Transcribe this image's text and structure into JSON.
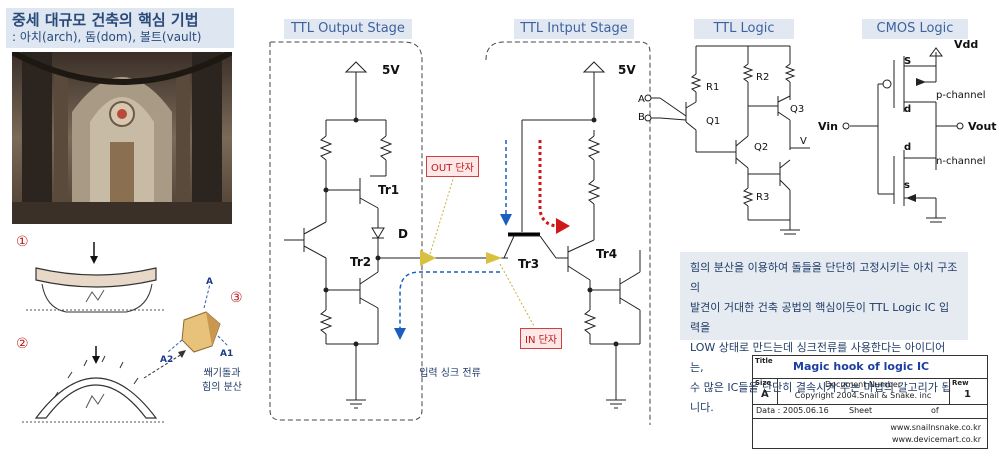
{
  "left_panel": {
    "title": "중세 대규모 건축의 핵심 기법",
    "subtitle": ": 아치(arch), 돔(dom), 볼트(vault)",
    "circle_labels": [
      "①",
      "②",
      "③"
    ],
    "wedge_labels": {
      "a": "A",
      "a1": "A1",
      "a2": "A2"
    },
    "wedge_caption_1": "쐐기돌과",
    "wedge_caption_2": "힘의 분산"
  },
  "stages": {
    "output": "TTL Output Stage",
    "input": "TTL Intput Stage",
    "logic": "TTL Logic",
    "cmos": "CMOS Logic"
  },
  "circuit_labels": {
    "vcc_out": "5V",
    "vcc_in": "5V",
    "tr1": "Tr1",
    "tr2": "Tr2",
    "tr3": "Tr3",
    "tr4": "Tr4",
    "d": "D",
    "out_pin": "OUT 단자",
    "in_pin": "IN 단자",
    "sink": "입력 싱크 전류"
  },
  "ttl_logic": {
    "a": "A",
    "b": "B",
    "r1": "R1",
    "r2": "R2",
    "r3": "R3",
    "q1": "Q1",
    "q2": "Q2",
    "q3": "Q3",
    "v": "V"
  },
  "cmos_logic": {
    "vdd": "Vdd",
    "vin": "Vin",
    "vout": "Vout",
    "s_top": "S",
    "d_top": "d",
    "d_bot": "d",
    "s_bot": "s",
    "p_channel": "p-channel",
    "n_channel": "n-channel"
  },
  "note": {
    "line1": "힘의 분산을 이용하여 돌들을 단단히 고정시키는 아치 구조의",
    "line2": "발견이 거대한 건축 공법의 핵심이듯이 TTL Logic IC 입력을",
    "line3": "LOW 상태로 만드는데 싱크전류를 사용한다는 아이디어는,",
    "line4": "수 많은 IC들을 단단히 결속시켜 주는 마법의 갈고리가 됩니다."
  },
  "title_block": {
    "title_label": "Title",
    "title": "Magic hook of logic IC",
    "size_label": "Size",
    "size": "A",
    "doc_number": "Document Number",
    "copyright": "Copyright 2004.Snail & Snake. inc",
    "rev_label": "Rew",
    "rev": "1",
    "date": "Data :  2005.06.16",
    "sheet": "Sheet",
    "of": "of",
    "url1": "www.snailnsnake.co.kr",
    "url2": "www.devicemart.co.kr"
  },
  "colors": {
    "accent": "#3d62a0",
    "red": "#d01818",
    "blue": "#1a5fc0",
    "yellow": "#d8c040"
  }
}
